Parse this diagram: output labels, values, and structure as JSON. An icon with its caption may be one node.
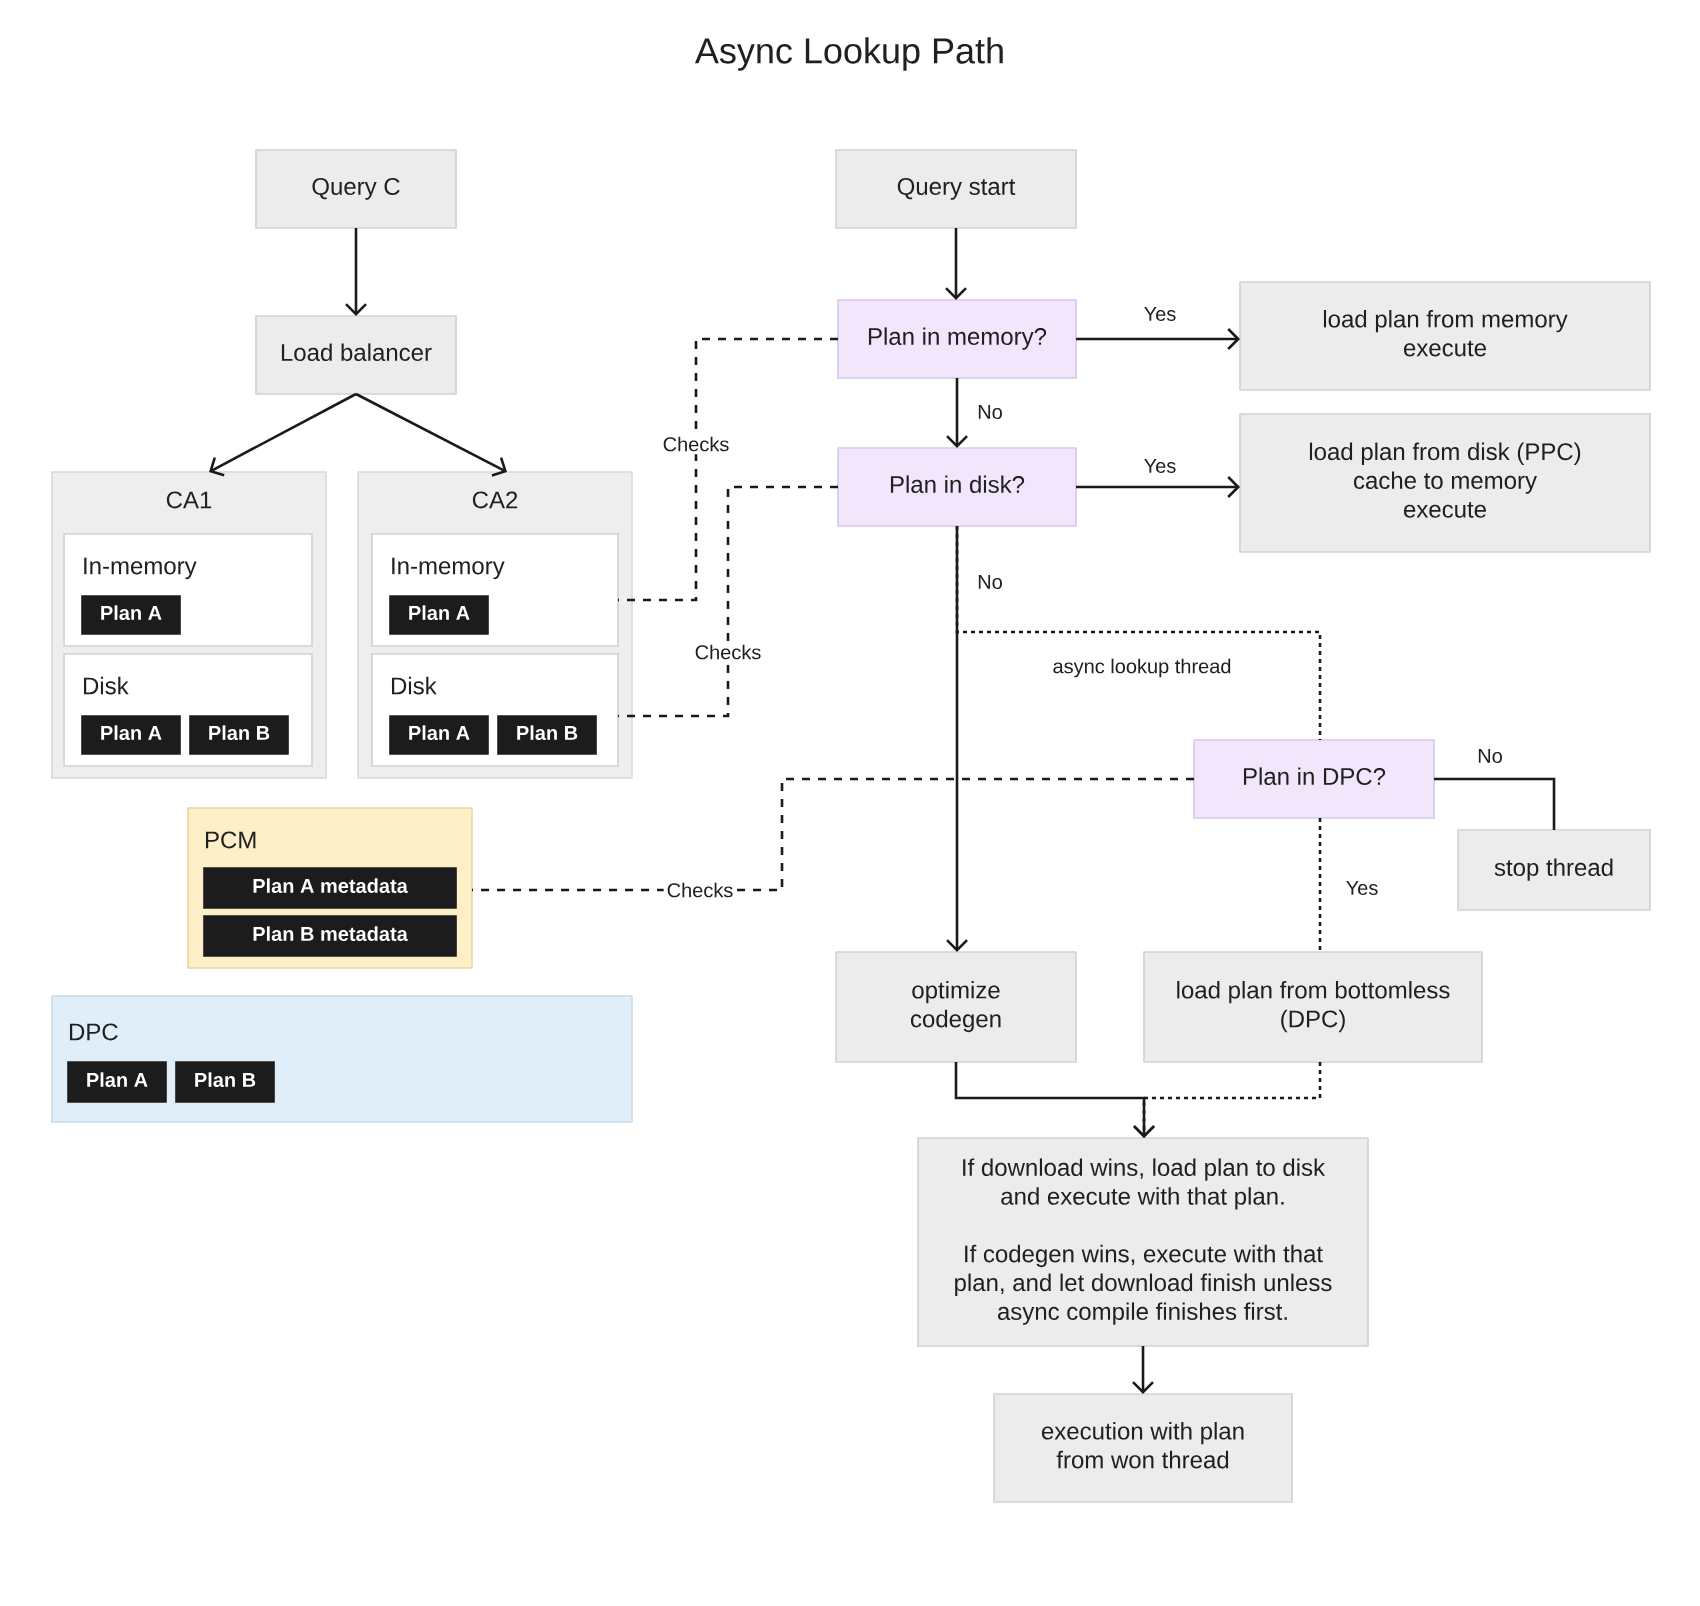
{
  "diagram": {
    "title": "Async Lookup Path",
    "nodes": [
      {
        "text": [
          "Query C"
        ]
      },
      {
        "text": [
          "Load balancer"
        ]
      },
      {
        "text": [
          "CA1"
        ]
      },
      {
        "text": [
          "In-memory"
        ],
        "in": 2
      },
      {
        "text": [
          "Plan A"
        ],
        "in": 3
      },
      {
        "text": [
          "Disk"
        ],
        "in": 2
      },
      {
        "text": [
          "Plan A"
        ],
        "in": 5
      },
      {
        "text": [
          "Plan B"
        ],
        "in": 5
      },
      {
        "text": [
          "CA2"
        ]
      },
      {
        "text": [
          "In-memory"
        ],
        "in": 8
      },
      {
        "text": [
          "Plan A"
        ],
        "in": 9
      },
      {
        "text": [
          "Disk"
        ],
        "in": 8
      },
      {
        "text": [
          "Plan A"
        ],
        "in": 11
      },
      {
        "text": [
          "Plan B"
        ],
        "in": 11
      },
      {
        "text": [
          "PCM"
        ]
      },
      {
        "text": [
          "Plan A metadata"
        ],
        "in": 14
      },
      {
        "text": [
          "Plan B metadata"
        ],
        "in": 14
      },
      {
        "text": [
          "DPC"
        ]
      },
      {
        "text": [
          "Plan A"
        ],
        "in": 17
      },
      {
        "text": [
          "Plan B"
        ],
        "in": 17
      },
      {
        "text": [
          "Query start"
        ]
      },
      {
        "text": [
          "Plan in memory?"
        ]
      },
      {
        "text": [
          "load plan from memory execute"
        ]
      },
      {
        "text": [
          "Plan in disk?"
        ]
      },
      {
        "text": [
          "load plan from disk (PPC) cache to memory execute"
        ]
      },
      {
        "text": [
          "Plan in DPC?"
        ]
      },
      {
        "text": [
          "stop thread"
        ]
      },
      {
        "text": [
          "optimize codegen"
        ]
      },
      {
        "text": [
          "load plan from bottomless (DPC)"
        ]
      },
      {
        "text": [
          "If download wins, load plan to disk and execute with that plan.",
          "If codegen wins, execute with that plan, and let download finish unless async compile finishes first."
        ]
      },
      {
        "text": [
          "execution with plan from won thread"
        ]
      }
    ],
    "edges": [
      {
        "from": 0,
        "to": 1,
        "arrow": "to"
      },
      {
        "from": 1,
        "to": 2,
        "arrow": "to"
      },
      {
        "from": 1,
        "to": 8,
        "arrow": "to"
      },
      {
        "from": 20,
        "to": 21,
        "arrow": "to"
      },
      {
        "from": 21,
        "to": 22,
        "arrow": "to",
        "label": "Yes"
      },
      {
        "from": 21,
        "to": 23,
        "arrow": "to",
        "label": "No"
      },
      {
        "from": 23,
        "to": 24,
        "arrow": "to",
        "label": "Yes"
      },
      {
        "from": 23,
        "to": 27,
        "arrow": "to",
        "label": "No"
      },
      {
        "from": 23,
        "to": 25,
        "arrow": "none",
        "label": "async lookup thread",
        "style": "dashed"
      },
      {
        "from": 25,
        "to": 26,
        "arrow": "none",
        "label": "No"
      },
      {
        "from": 25,
        "to": 28,
        "arrow": "none",
        "label": "Yes",
        "style": "dashed"
      },
      {
        "from": 27,
        "to": 29,
        "arrow": "to"
      },
      {
        "from": 28,
        "to": 29,
        "arrow": "to",
        "style": "dashed"
      },
      {
        "from": 29,
        "to": 30,
        "arrow": "to"
      },
      {
        "from": 21,
        "to": 9,
        "arrow": "none",
        "label": "Checks",
        "style": "dashed"
      },
      {
        "from": 23,
        "to": 11,
        "arrow": "none",
        "label": "Checks",
        "style": "dashed"
      },
      {
        "from": 25,
        "to": 14,
        "arrow": "none",
        "label": "Checks",
        "style": "dashed"
      }
    ]
  }
}
